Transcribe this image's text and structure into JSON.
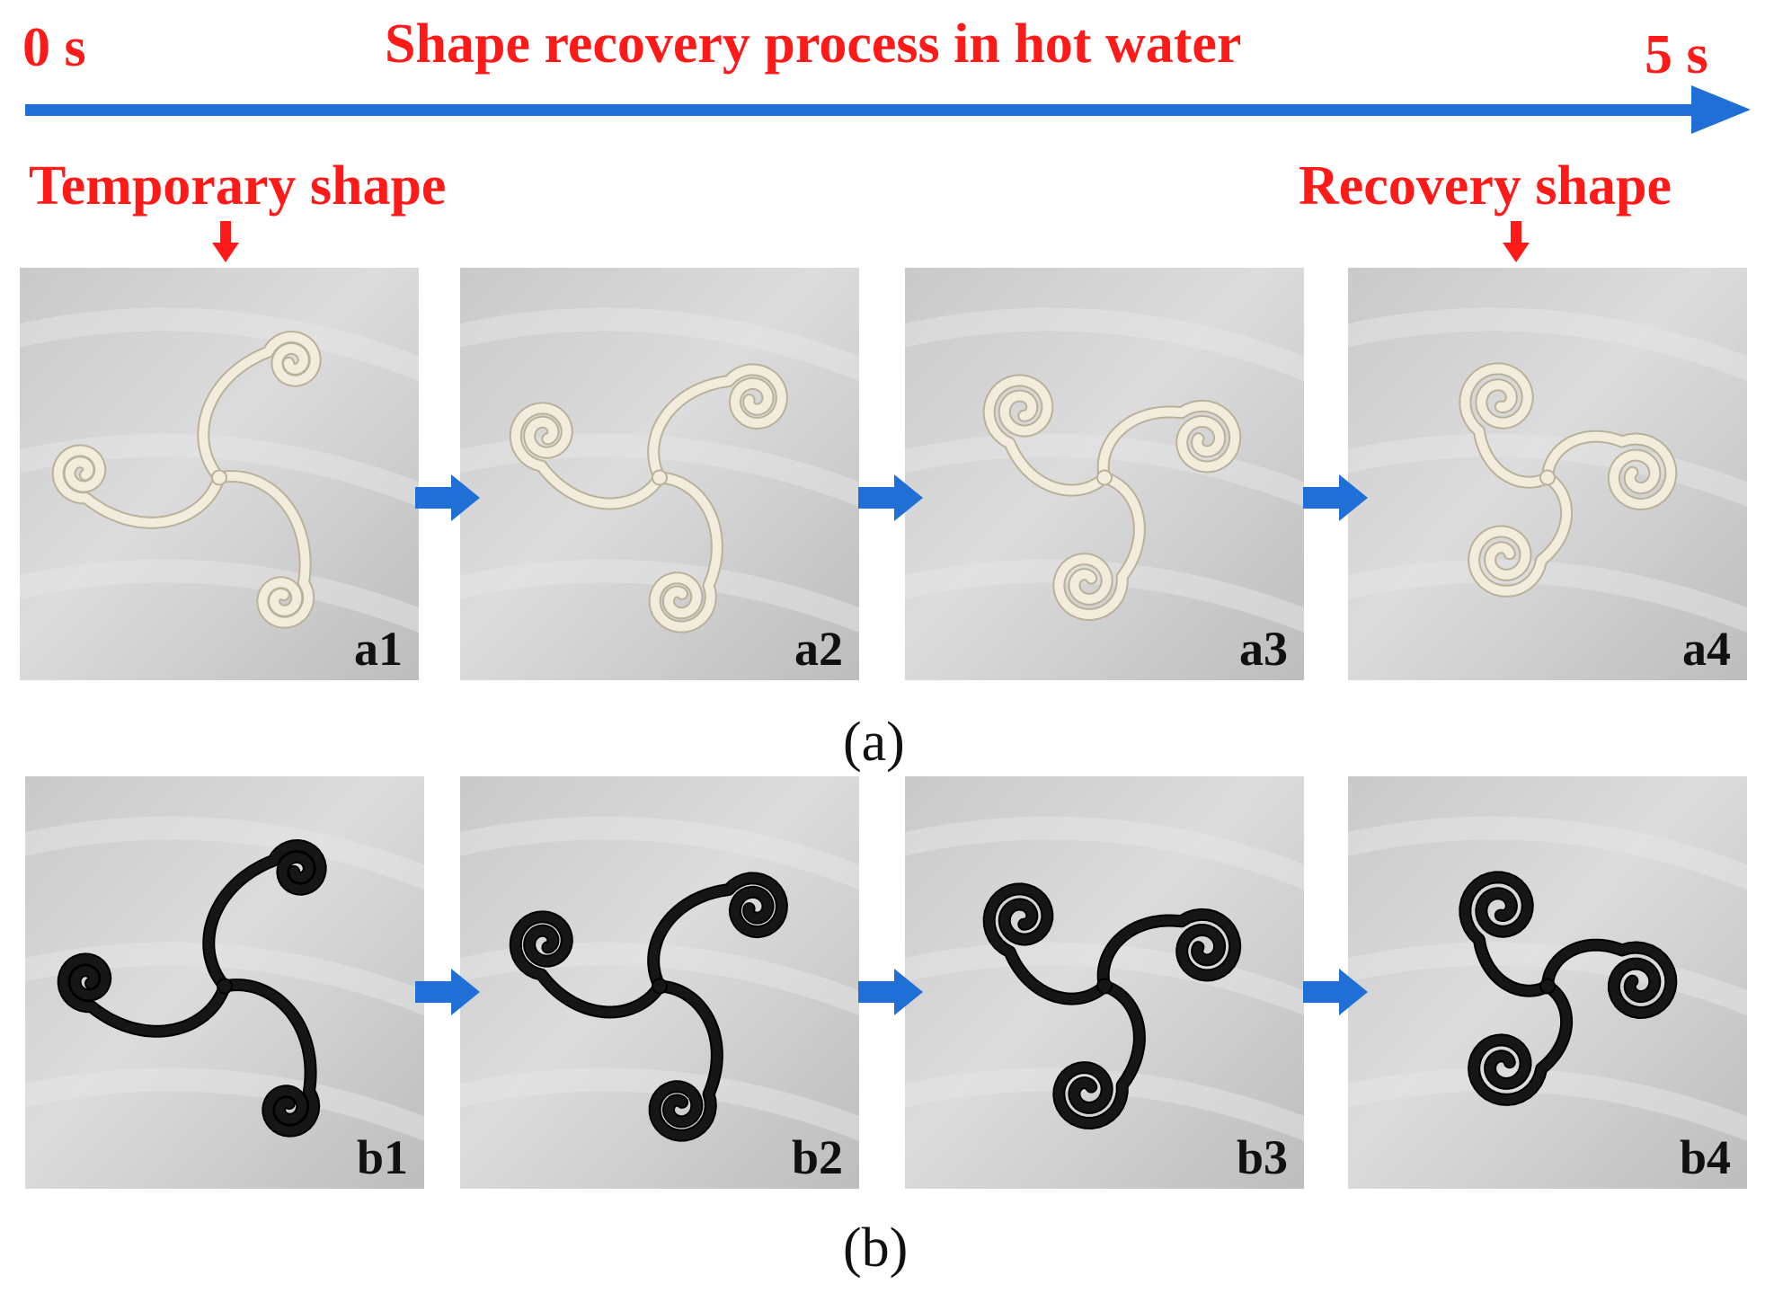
{
  "timeline": {
    "start_label": "0 s",
    "title": "Shape recovery process in hot water",
    "end_label": "5 s",
    "arrow_color": "#1f6fd6"
  },
  "annotations": {
    "temporary": "Temporary shape",
    "recovery": "Recovery shape",
    "color": "#ff1a1a"
  },
  "row_a": {
    "caption": "(a)",
    "material": "white",
    "panels": [
      {
        "label": "a1",
        "stage": 0
      },
      {
        "label": "a2",
        "stage": 1
      },
      {
        "label": "a3",
        "stage": 2
      },
      {
        "label": "a4",
        "stage": 3
      }
    ]
  },
  "row_b": {
    "caption": "(b)",
    "material": "black",
    "panels": [
      {
        "label": "b1",
        "stage": 0
      },
      {
        "label": "b2",
        "stage": 1
      },
      {
        "label": "b3",
        "stage": 2
      },
      {
        "label": "b4",
        "stage": 3
      }
    ]
  }
}
